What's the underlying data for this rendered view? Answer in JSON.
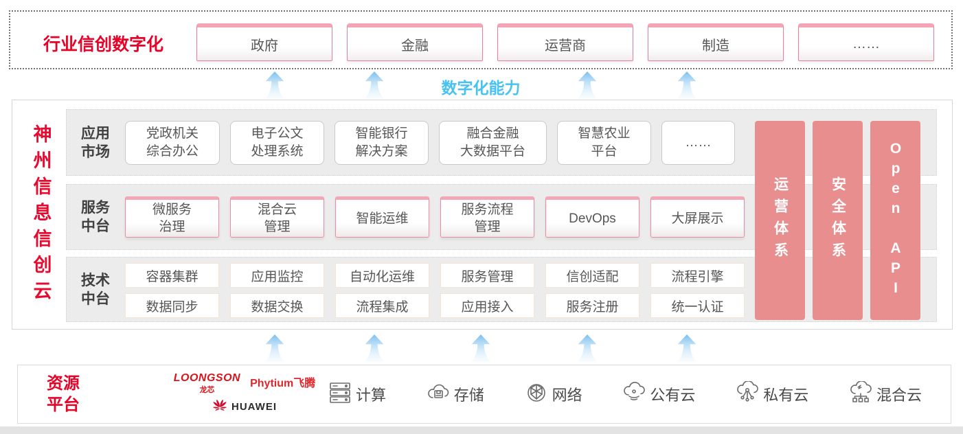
{
  "colors": {
    "accent_red": "#e60327",
    "box_border_pink": "#e87f99",
    "box_top_pink": "#f3a4b6",
    "side_bar_pink": "#e98e8e",
    "capability_blue": "#47c2f2",
    "row_gray": "#edecec",
    "text_gray": "#565656"
  },
  "industry_band": {
    "title": "行业信创数字化",
    "sectors": [
      "政府",
      "金融",
      "运营商",
      "制造",
      "……"
    ]
  },
  "capability_label": "数字化能力",
  "cloud_platform": {
    "vertical_title": "神州信息信创云",
    "app_market": {
      "label": "应用市场",
      "items": [
        {
          "lines": [
            "党政机关",
            "综合办公"
          ],
          "width": 138
        },
        {
          "lines": [
            "电子公文",
            "处理系统"
          ],
          "width": 137
        },
        {
          "lines": [
            "智能银行",
            "解决方案"
          ],
          "width": 137
        },
        {
          "lines": [
            "融合金融",
            "大数据平台"
          ],
          "width": 157
        },
        {
          "lines": [
            "智慧农业",
            "平台"
          ],
          "width": 137
        },
        {
          "lines": [
            "……"
          ],
          "width": 107
        }
      ]
    },
    "service_middle": {
      "label": "服务中台",
      "items": [
        {
          "lines": [
            "微服务",
            "治理"
          ]
        },
        {
          "lines": [
            "混合云",
            "管理"
          ]
        },
        {
          "lines": [
            "智能运维"
          ]
        },
        {
          "lines": [
            "服务流程",
            "管理"
          ]
        },
        {
          "lines": [
            "DevOps"
          ]
        },
        {
          "lines": [
            "大屏展示"
          ]
        }
      ]
    },
    "tech_middle": {
      "label": "技术中台",
      "row1": [
        "容器集群",
        "应用监控",
        "自动化运维",
        "服务管理",
        "信创适配",
        "流程引擎"
      ],
      "row2": [
        "数据同步",
        "数据交换",
        "流程集成",
        "应用接入",
        "服务注册",
        "统一认证"
      ]
    },
    "side_bars": [
      "运营体系",
      "安全体系",
      "Open API"
    ]
  },
  "resource_platform": {
    "label": "资源平台",
    "vendors": {
      "loongson": "LOONGSON",
      "loongson_sub": "龙芯",
      "phytium": "Phytium飞腾",
      "huawei": "HUAWEI"
    },
    "items": [
      {
        "icon": "server-icon",
        "label": "计算"
      },
      {
        "icon": "storage-cloud-icon",
        "label": "存储"
      },
      {
        "icon": "network-globe-icon",
        "label": "网络"
      },
      {
        "icon": "public-cloud-icon",
        "label": "公有云"
      },
      {
        "icon": "private-cloud-icon",
        "label": "私有云"
      },
      {
        "icon": "hybrid-cloud-icon",
        "label": "混合云"
      }
    ]
  }
}
